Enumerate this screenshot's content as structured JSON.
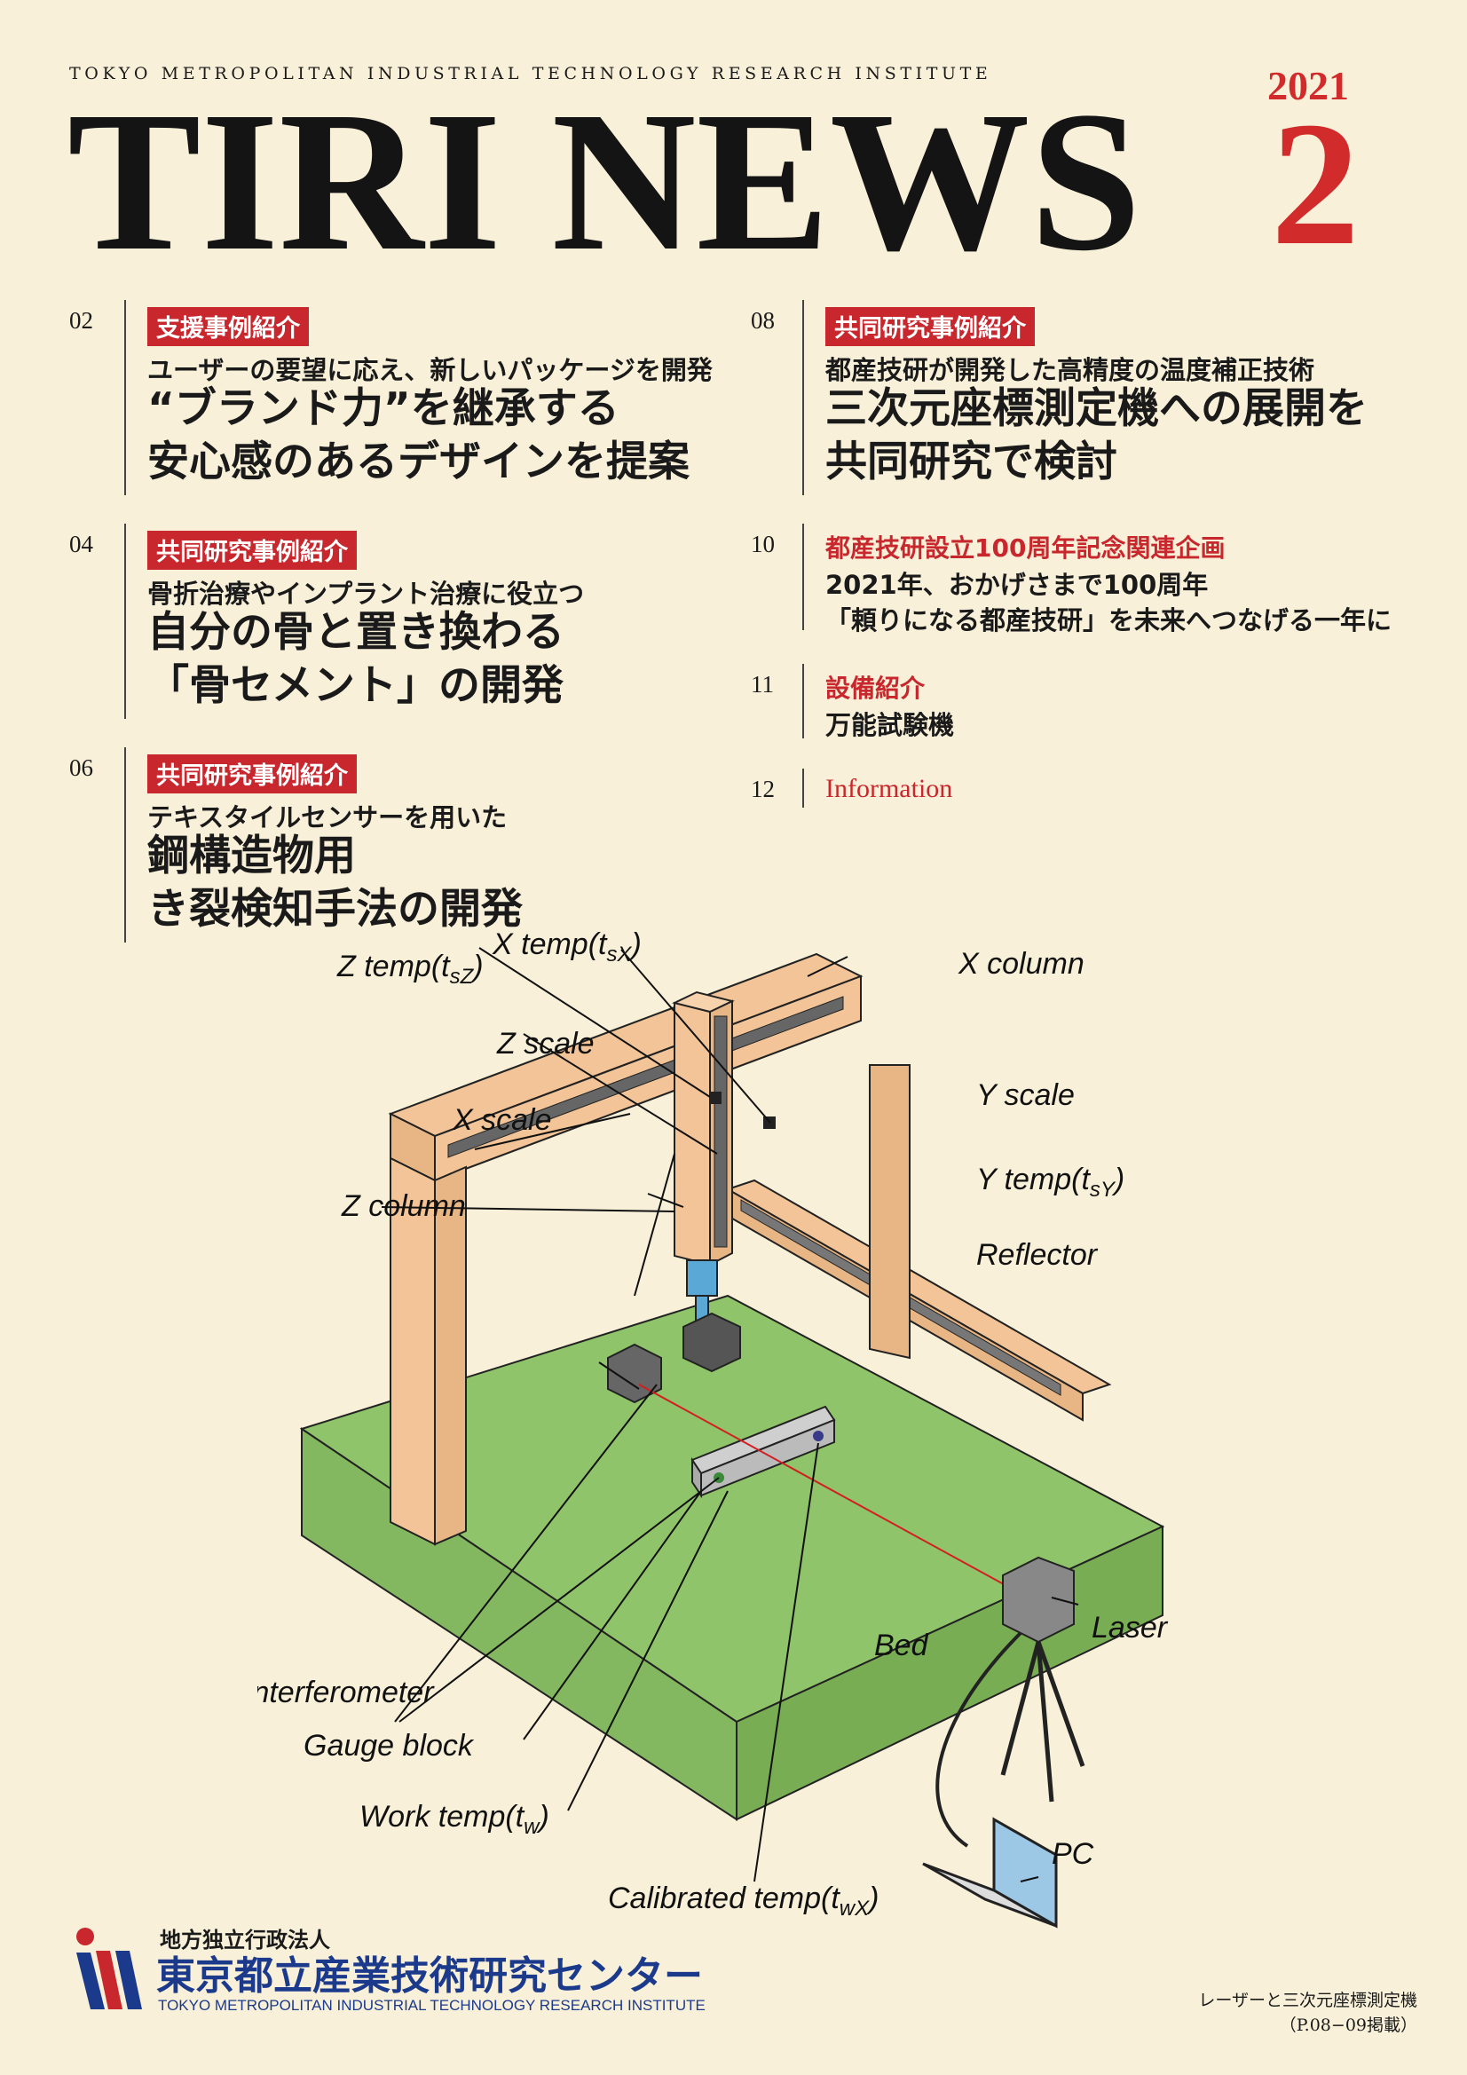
{
  "header": {
    "institute_en": "TOKYO METROPOLITAN INDUSTRIAL TECHNOLOGY RESEARCH INSTITUTE",
    "masthead": "TIRI NEWS",
    "year": "2021",
    "issue": "2"
  },
  "toc": [
    {
      "page": "02",
      "tag": "支援事例紹介",
      "sub": "ユーザーの要望に応え、新しいパッケージを開発",
      "lines": [
        "“ブランド力”を継承する",
        "安心感のあるデザインを提案"
      ]
    },
    {
      "page": "04",
      "tag": "共同研究事例紹介",
      "sub": "骨折治療やインプラント治療に役立つ",
      "lines": [
        "自分の骨と置き換わる",
        "「骨セメント」の開発"
      ]
    },
    {
      "page": "06",
      "tag": "共同研究事例紹介",
      "sub": "テキスタイルセンサーを用いた",
      "lines": [
        "鋼構造物用",
        "き裂検知手法の開発"
      ]
    },
    {
      "page": "08",
      "tag": "共同研究事例紹介",
      "sub": "都産技研が開発した高精度の温度補正技術",
      "lines": [
        "三次元座標測定機への展開を",
        "共同研究で検討"
      ]
    },
    {
      "page": "10",
      "tag": "都産技研設立100周年記念関連企画",
      "lines": [
        "2021年、おかげさまで100周年",
        "「頼りになる都産技研」を未来へつなげる一年に"
      ]
    },
    {
      "page": "11",
      "tag": "設備紹介",
      "lines": [
        "万能試験機"
      ]
    },
    {
      "page": "12",
      "tag": "Information"
    }
  ],
  "diagram": {
    "labels": {
      "z_temp": "Z temp",
      "z_temp_sub": "sZ",
      "x_temp": "X temp",
      "x_temp_sub": "sX",
      "x_column": "X column",
      "z_scale": "Z scale",
      "y_scale": "Y scale",
      "x_scale": "X scale",
      "y_temp": "Y temp",
      "y_temp_sub": "sY",
      "z_column": "Z column",
      "reflector": "Reflector",
      "laser": "Laser",
      "bed": "Bed",
      "interferometer": "Interferometer",
      "gauge_block": "Gauge block",
      "work_temp": "Work temp",
      "work_temp_sub": "w",
      "pc": "PC",
      "calibrated_temp": "Calibrated temp",
      "calibrated_temp_sub": "wX",
      "t": "t"
    },
    "colors": {
      "column": "#f2c497",
      "bed_top": "#90c46a",
      "bed_side": "#80b55c",
      "laser_beam": "#d02020"
    }
  },
  "footer": {
    "org_type": "地方独立行政法人",
    "org_name": "東京都立産業技術研究センター",
    "org_en": "TOKYO METROPOLITAN INDUSTRIAL TECHNOLOGY RESEARCH INSTITUTE",
    "caption_1": "レーザーと三次元座標測定機",
    "caption_2": "（P.08−09掲載）"
  }
}
